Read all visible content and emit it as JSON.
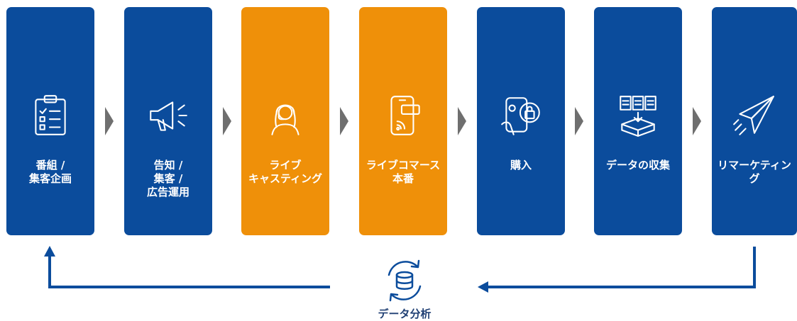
{
  "colors": {
    "blue": "#0b4c9c",
    "orange": "#ef9009",
    "chevron": "#6f6f6f",
    "loop": "#0b4c9c"
  },
  "steps": [
    {
      "label": "番組 /\n集客企画",
      "icon": "clipboard-checklist-icon",
      "color": "blue"
    },
    {
      "label": "告知 /\n集客 /\n広告運用",
      "icon": "megaphone-icon",
      "color": "blue"
    },
    {
      "label": "ライブ\nキャスティング",
      "icon": "presenter-headset-icon",
      "color": "orange"
    },
    {
      "label": "ライブコマース\n本番",
      "icon": "smartphone-live-icon",
      "color": "orange"
    },
    {
      "label": "購入",
      "icon": "phone-shopping-bag-icon",
      "color": "blue"
    },
    {
      "label": "データの収集",
      "icon": "documents-to-box-icon",
      "color": "blue"
    },
    {
      "label": "リマーケティング",
      "icon": "paper-plane-icon",
      "color": "blue"
    }
  ],
  "loop": {
    "label": "データ分析",
    "icon": "database-sync-icon"
  }
}
